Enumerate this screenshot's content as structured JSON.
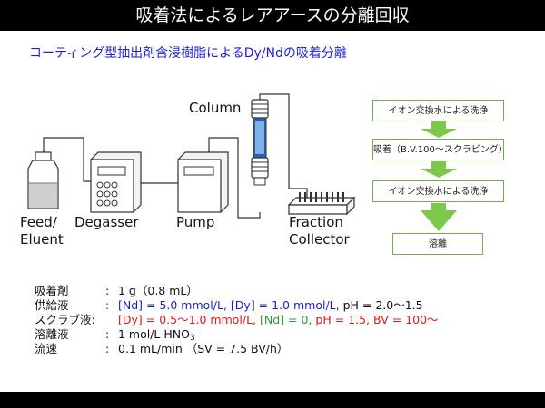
{
  "title": "吸着法によるレアアースの分離回収",
  "subtitle": "コーティング型抽出剤含浸樹脂によるDy/Ndの吸着分離",
  "equipment": {
    "feed_line1": "Feed/",
    "feed_line2": "Eluent",
    "degasser": "Degasser",
    "pump": "Pump",
    "column": "Column",
    "fraction_line1": "Fraction",
    "fraction_line2": "Collector"
  },
  "flow_steps": [
    "イオン交換水による洗浄",
    "吸着（B.V.100～スクラビング）",
    "イオン交換水による洗浄",
    "溶離"
  ],
  "conditions": {
    "adsorbent": {
      "key": "吸着剤",
      "value": "1 g（0.8 mL）"
    },
    "feed": {
      "key": "供給液",
      "nd": "[Nd] = 5.0 mmol/L,",
      "dy": "[Dy] = 1.0 mmol/L,",
      "ph": "pH = 2.0～1.5"
    },
    "scrub": {
      "key": "スクラブ液:",
      "dy": "[Dy] = 0.5～1.0 mmol/L,",
      "nd": "[Nd] = 0,",
      "rest": "pH = 1.5, BV = 100～"
    },
    "eluent": {
      "key": "溶離液",
      "value": "1 mol/L HNO",
      "sub": "3"
    },
    "flow_rate": {
      "key": "流速",
      "value": "0.1 mL/min （SV = 7.5 BV/h）"
    }
  },
  "colors": {
    "accent_blue": "#1f1fd0",
    "green": "#2e9a2e",
    "red": "#e01818",
    "arrow_green": "#7cc84a"
  }
}
